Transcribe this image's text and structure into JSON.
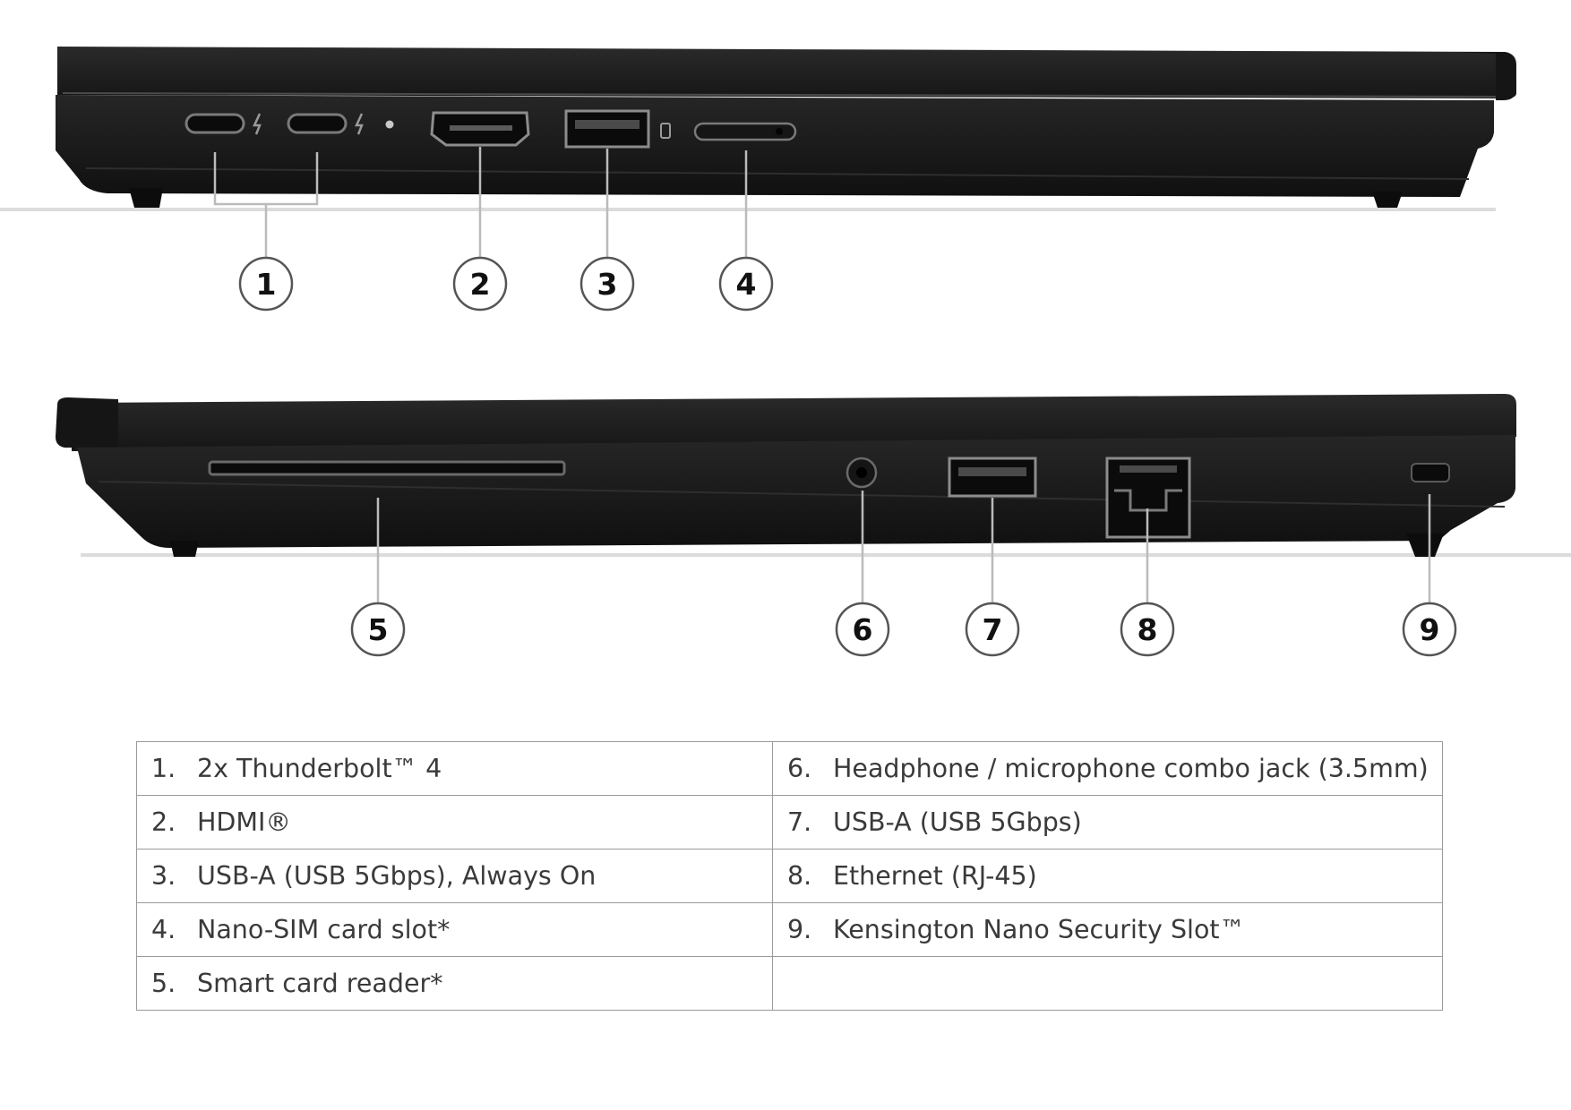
{
  "callouts": {
    "left_side": [
      "1",
      "2",
      "3",
      "4"
    ],
    "right_side": [
      "5",
      "6",
      "7",
      "8",
      "9"
    ]
  },
  "legend_rows": [
    {
      "left": {
        "num": "1.",
        "text": "2x Thunderbolt™ 4"
      },
      "right": {
        "num": "6.",
        "text": "Headphone / microphone combo jack (3.5mm)"
      }
    },
    {
      "left": {
        "num": "2.",
        "text": "HDMI®"
      },
      "right": {
        "num": "7.",
        "text": "USB-A (USB 5Gbps)"
      }
    },
    {
      "left": {
        "num": "3.",
        "text": "USB-A (USB 5Gbps), Always On"
      },
      "right": {
        "num": "8.",
        "text": "Ethernet (RJ-45)"
      }
    },
    {
      "left": {
        "num": "4.",
        "text": "Nano-SIM card slot*"
      },
      "right": {
        "num": "9.",
        "text": "Kensington Nano Security Slot™"
      }
    },
    {
      "left": {
        "num": "5.",
        "text": "Smart card reader*"
      },
      "right": {
        "num": "",
        "text": ""
      }
    }
  ],
  "colors": {
    "chassis": "#1c1c1c",
    "chassis_dark": "#0d0d0d",
    "chassis_edge": "#3a3a3a",
    "port_silver": "#8c8c8c",
    "callout_ring": "#555555",
    "table_border": "#9a9a9a",
    "table_text": "#3a3a3a"
  }
}
